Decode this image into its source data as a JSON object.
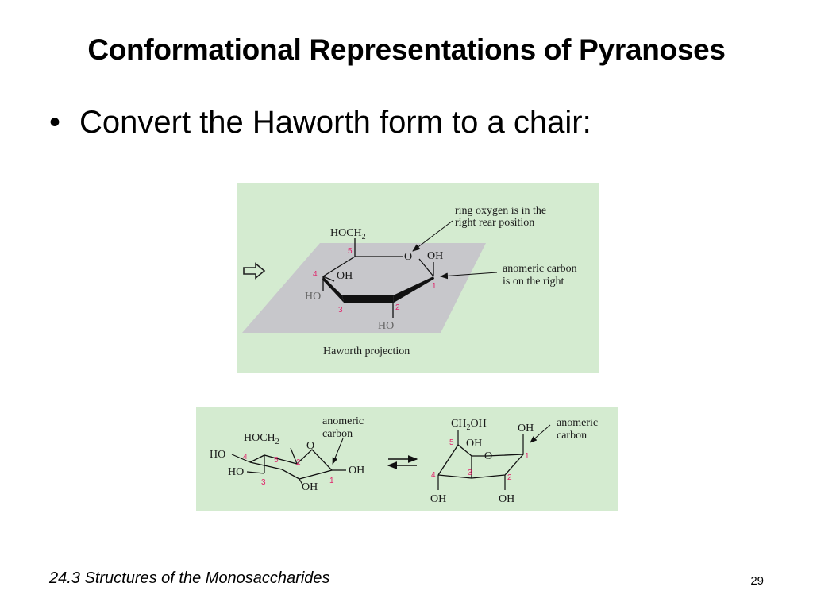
{
  "slide": {
    "title": "Conformational Representations of Pyranoses",
    "bullet": "Convert the Haworth form to a chair:",
    "footer": "24.3 Structures of the Monosaccharides",
    "page_number": "29"
  },
  "haworth": {
    "caption": "Haworth projection",
    "hoch2_group": "HOCH",
    "hoch2_sub": "2",
    "ring_oxygen": "O",
    "oh_c1": "OH",
    "oh_c4": "OH",
    "ho_c4": "HO",
    "ho_c2": "HO",
    "annotation_oxygen_line1": "ring oxygen is in the",
    "annotation_oxygen_line2": "right rear position",
    "annotation_anomeric_line1": "anomeric carbon",
    "annotation_anomeric_line2": "is on the right",
    "carbon_numbers": [
      "1",
      "2",
      "3",
      "4",
      "5"
    ],
    "arrow_icon": "hollow-right-arrow-icon"
  },
  "chair": {
    "left": {
      "hoch2_group": "HOCH",
      "hoch2_sub": "2",
      "ring_oxygen": "O",
      "ho_c4": "HO",
      "ho_c3": "HO",
      "oh_c2": "OH",
      "oh_c1": "OH",
      "annotation_line1": "anomeric",
      "annotation_line2": "carbon",
      "carbon_numbers": [
        "1",
        "2",
        "3",
        "4",
        "5"
      ]
    },
    "right": {
      "ch2oh_pre": "CH",
      "ch2oh_sub": "2",
      "ch2oh_post": "OH",
      "ring_oxygen": "O",
      "oh_c3": "OH",
      "oh_c1": "OH",
      "oh_c4": "OH",
      "oh_c2": "OH",
      "annotation_line1": "anomeric",
      "annotation_line2": "carbon",
      "carbon_numbers": [
        "1",
        "2",
        "3",
        "4",
        "5"
      ]
    },
    "equilibrium_icon": "equilibrium-arrows-icon"
  },
  "colors": {
    "panel_background": "#d4ebd0",
    "plane_gray": "#c7c7cb",
    "carbon_number": "#e0246b"
  }
}
